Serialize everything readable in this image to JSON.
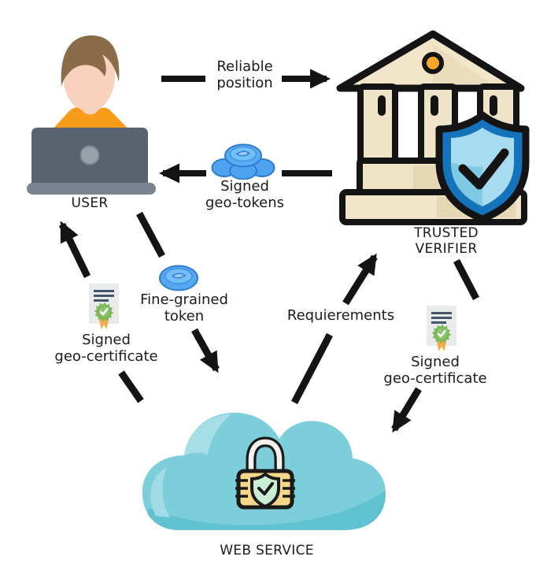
{
  "nodes": {
    "user": {
      "label": "USER",
      "icon": "person-laptop-icon"
    },
    "trusted_verifier": {
      "label": "TRUSTED VERIFIER",
      "icon": "bank-shield-icon"
    },
    "web_service": {
      "label": "WEB SERVICE",
      "icon": "cloud-padlock-icon"
    }
  },
  "edges": {
    "reliable_position": {
      "label": "Reliable\nposition",
      "from": "USER",
      "to": "TRUSTED VERIFIER"
    },
    "signed_geo_tokens": {
      "label": "Signed\ngeo-tokens",
      "from": "TRUSTED VERIFIER",
      "to": "USER",
      "icon": "coin-stack-icon"
    },
    "signed_geo_certificate_left": {
      "label": "Signed\ngeo-certificate",
      "from": "WEB SERVICE",
      "to": "USER",
      "icon": "certificate-icon"
    },
    "fine_grained_token": {
      "label": "Fine-grained\ntoken",
      "from": "USER",
      "to": "WEB SERVICE",
      "icon": "coin-icon"
    },
    "requierements": {
      "label": "Requierements",
      "from": "WEB SERVICE",
      "to": "TRUSTED VERIFIER"
    },
    "signed_geo_certificate_right": {
      "label": "Signed\ngeo-certificate",
      "from": "TRUSTED VERIFIER",
      "to": "WEB SERVICE",
      "icon": "certificate-icon"
    }
  },
  "colors": {
    "background": "#ffffff",
    "arrow": "#141414",
    "text": "#1b1b1b",
    "cloud_teal": "#7ccedb",
    "cloud_highlight": "#a6dee8",
    "cloud_shadow": "#60c1d1",
    "shield_blue": "#1573bc",
    "shield_light_blue": "#a7dbef",
    "building_cream": "#f0e4c8",
    "accent_orange": "#f7a727",
    "shirt_orange": "#f89c1c",
    "coin_blue": "#55a8f0",
    "lock_yellow": "#f5d78c",
    "rosette_green": "#7cb857"
  }
}
